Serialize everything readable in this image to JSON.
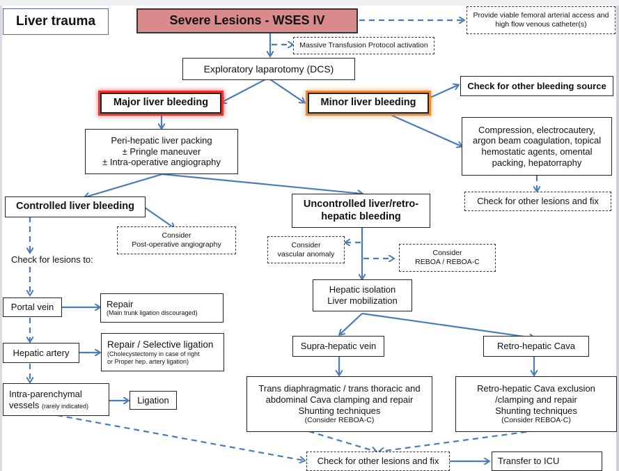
{
  "title": "Liver trauma",
  "header": "Severe Lesions - WSES IV",
  "vascular_access": "Provide viable femoral arterial access and high flow venous catheter(s)",
  "mtp": "Massive Transfusion Protocol activation",
  "laparotomy": "Exploratory laparotomy (DCS)",
  "major": "Major liver bleeding",
  "minor": "Minor liver bleeding",
  "check_bleeding_source": "Check for other bleeding source",
  "minor_treatment": [
    "Compression, electrocautery,",
    "argon beam coagulation, topical",
    "hemostatic agents, omental",
    "packing, hepatorraphy"
  ],
  "check_lesions_fix_top": "Check for other lesions and fix",
  "packing": [
    "Peri-hepatic liver packing",
    "± Pringle maneuver",
    "± Intra-operative angiography"
  ],
  "controlled": "Controlled liver bleeding",
  "post_op_angio": [
    "Consider",
    "Post-operative angiography"
  ],
  "uncontrolled": [
    "Uncontrolled liver/retro-",
    "hepatic bleeding"
  ],
  "vascular_anomaly": [
    "Consider",
    "vascular anomaly"
  ],
  "reboa": [
    "Consider",
    "REBOA / REBOA-C"
  ],
  "check_lesions_to": "Check for lesions to:",
  "hepatic_isolation": [
    "Hepatic isolation",
    "Liver mobilization"
  ],
  "portal_vein": "Portal vein",
  "portal_repair": {
    "title": "Repair",
    "note": "(Main trunk ligation discouraged)"
  },
  "hepatic_artery": "Hepatic artery",
  "artery_repair": {
    "title": "Repair / Selective ligation",
    "note1": "(Cholecystectomy in case of right",
    "note2": "or Proper hep. artery ligation)"
  },
  "intra_parenchymal": {
    "line1": "Intra-parenchymal",
    "line2": "vessels",
    "note": "(rarely indicated)"
  },
  "ligation": "Ligation",
  "supra_hepatic": "Supra-hepatic vein",
  "retro_hepatic": "Retro-hepatic Cava",
  "supra_treatment": [
    "Trans diaphragmatic / trans thoracic and",
    "abdominal Cava clamping and repair",
    "Shunting techniques",
    "(Consider REBOA-C)"
  ],
  "retro_treatment": [
    "Retro-hepatic Cava exclusion",
    "/clamping and repair",
    "Shunting techniques",
    "(Consider REBOA-C)"
  ],
  "check_lesions_fix_bottom": "Check for other lesions and fix",
  "icu": "Transfer to ICU",
  "colors": {
    "header_fill": "#d98b8b",
    "major_glow": "#ee2222",
    "minor_glow": "#f08a30",
    "arrow": "#4a7ab8",
    "title_border": "#5b5fb0"
  }
}
